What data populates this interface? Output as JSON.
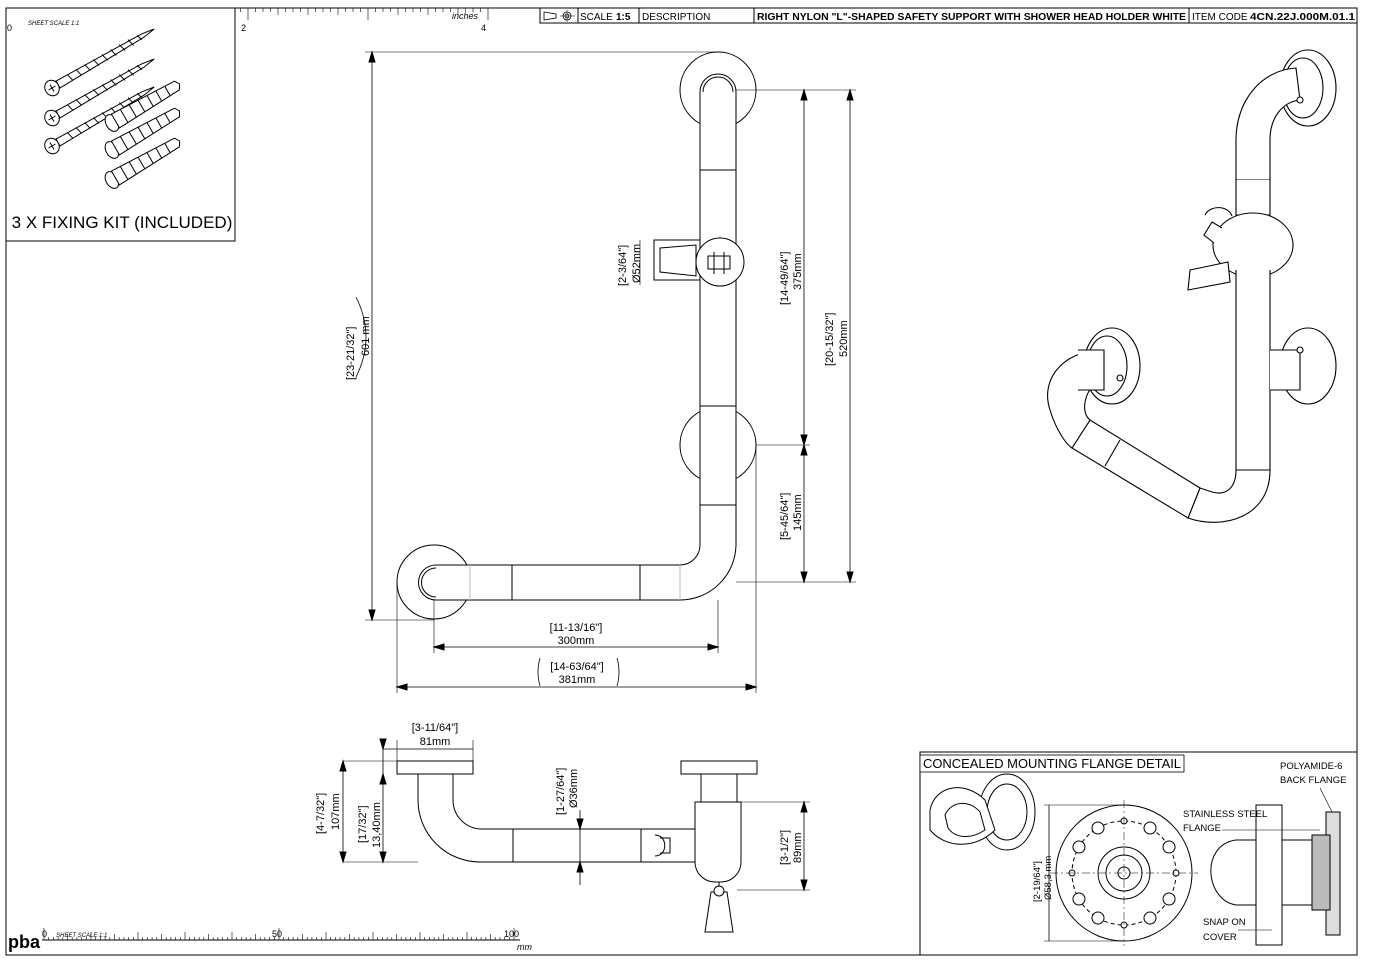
{
  "title_block": {
    "scale_label": "SCALE",
    "scale_value": "1:5",
    "description_label": "DESCRIPTION",
    "description": "RIGHT NYLON \"L\"-SHAPED SAFETY SUPPORT WITH SHOWER HEAD HOLDER WHITE",
    "item_code_label": "ITEM CODE",
    "item_code": "4CN.22J.000M.01.1"
  },
  "inch_ruler": {
    "sheet_scale": "SHEET SCALE 1:1",
    "unit": "inches",
    "ticks": [
      "0",
      "2",
      "4"
    ]
  },
  "mm_ruler": {
    "sheet_scale": "SHEET SCALE 1:1",
    "unit": "mm",
    "ticks": [
      "0",
      "50",
      "100"
    ]
  },
  "logo": "pba",
  "fixing_kit": {
    "label": "3 X FIXING KIT (INCLUDED)"
  },
  "front_view": {
    "dim_height_total_in": "[23-21/32\"]",
    "dim_height_total_mm": "601 mm",
    "dim_holder_dia_in": "[2-3/64\"]",
    "dim_holder_dia_mm": "Ø52mm",
    "dim_375_in": "[14-49/64\"]",
    "dim_375_mm": "375mm",
    "dim_520_in": "[20-15/32\"]",
    "dim_520_mm": "520mm",
    "dim_145_in": "[5-45/64\"]",
    "dim_145_mm": "145mm",
    "dim_300_in": "[11-13/16\"]",
    "dim_300_mm": "300mm",
    "dim_381_in": "[14-63/64\"]",
    "dim_381_mm": "381mm"
  },
  "side_view": {
    "dim_81_in": "[3-11/64\"]",
    "dim_81_mm": "81mm",
    "dim_107_in": "[4-7/32\"]",
    "dim_107_mm": "107mm",
    "dim_1340_in": "[17/32\"]",
    "dim_1340_mm": "13,40mm",
    "dim_36_in": "[1-27/64\"]",
    "dim_36_mm": "Ø36mm",
    "dim_89_in": "[3-1/2\"]",
    "dim_89_mm": "89mm"
  },
  "flange_detail": {
    "title": "CONCEALED MOUNTING FLANGE DETAIL",
    "polyamide_line1": "POLYAMIDE-6",
    "polyamide_line2": "BACK FLANGE",
    "steel_line1": "STAINLESS STEEL",
    "steel_line2": "FLANGE",
    "snap_line1": "SNAP ON",
    "snap_line2": "COVER",
    "dim_in": "[2-19/64\"]",
    "dim_mm": "Ø58,3 mm"
  }
}
